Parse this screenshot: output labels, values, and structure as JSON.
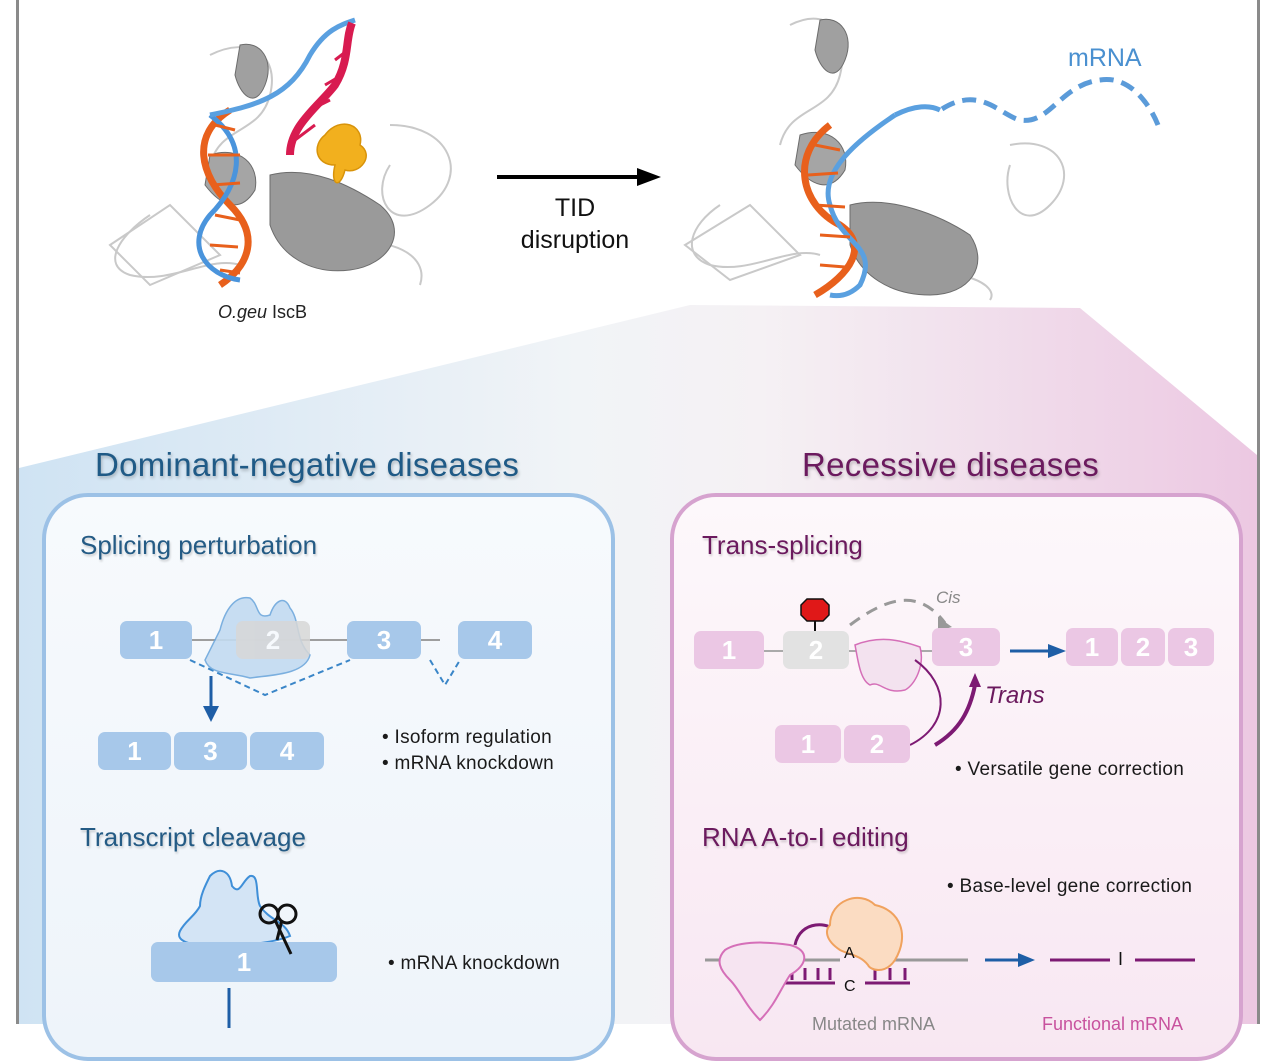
{
  "top": {
    "left_structure": {
      "caption_italic": "O.geu",
      "caption_rest": " IscB",
      "icon": "protein-rna-complex-structure"
    },
    "arrow": {
      "label_line1": "TID",
      "label_line2": "disruption",
      "icon": "right-arrow"
    },
    "right_structure": {
      "mrna_label": "mRNA",
      "icon": "protein-rna-complex-with-mrna-structure"
    }
  },
  "colors": {
    "dominant_accent": "#1f5a86",
    "recessive_accent": "#6b1a5e",
    "dna_orange": "#e8601c",
    "rna_blue": "#5aa0e0",
    "guide_red": "#d81b50",
    "tid_yellow": "#f2b01e",
    "exon_blue": "#a7c8ea",
    "exon_pink": "#ebc7e4",
    "stop_red": "#e01818"
  },
  "dominant": {
    "title": "Dominant-negative diseases",
    "splicing": {
      "title": "Splicing perturbation",
      "pre_mrna_exons": [
        "1",
        "2",
        "3",
        "4"
      ],
      "spliced_exons": [
        "1",
        "3",
        "4"
      ],
      "bullets": [
        "Isoform regulation",
        "mRNA knockdown"
      ]
    },
    "cleavage": {
      "title": "Transcript cleavage",
      "exon": "1",
      "bullets": [
        "mRNA knockdown"
      ]
    }
  },
  "recessive": {
    "title": "Recessive diseases",
    "trans_splicing": {
      "title": "Trans-splicing",
      "pre_mrna_exons": [
        "1",
        "2",
        "3"
      ],
      "donor_exons": [
        "1",
        "2"
      ],
      "product_exons": [
        "1",
        "2",
        "3"
      ],
      "cis_label": "Cis",
      "trans_label": "Trans",
      "bullets": [
        "Versatile gene correction"
      ]
    },
    "editing": {
      "title": "RNA A-to-I editing",
      "base_top": "A",
      "base_bottom": "C",
      "product_base": "I",
      "bullets": [
        "Base-level gene correction"
      ],
      "label_mutated": "Mutated mRNA",
      "label_functional": "Functional mRNA"
    }
  }
}
